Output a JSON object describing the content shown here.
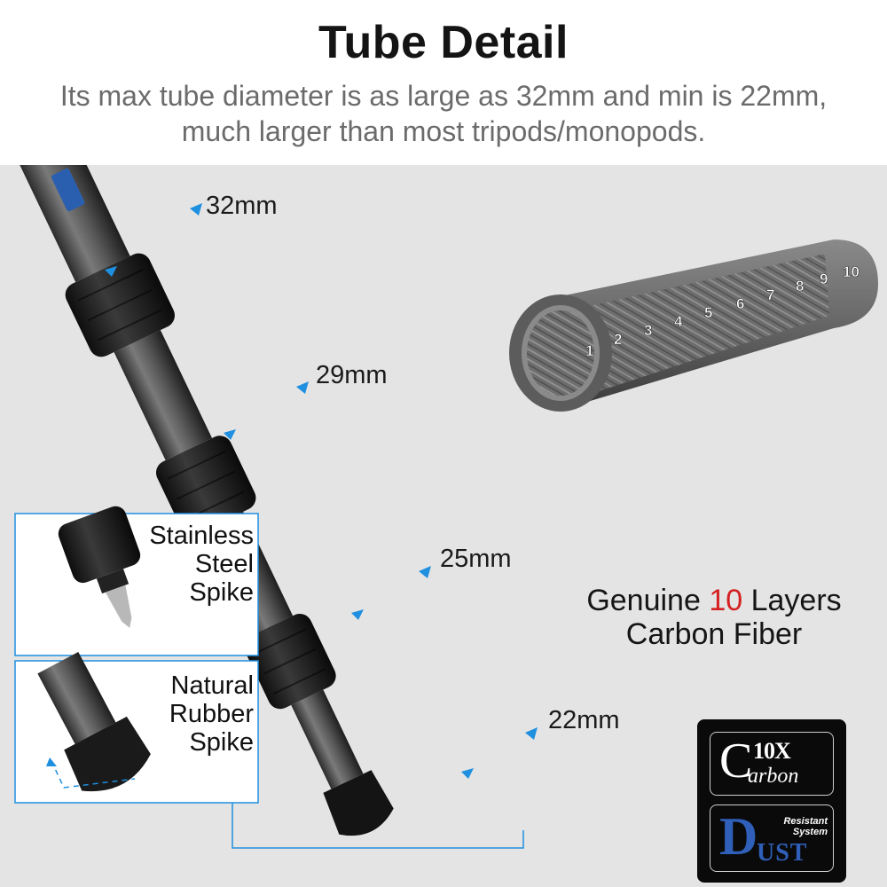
{
  "header": {
    "title": "Tube Detail",
    "subtitle": "Its max tube diameter is as large as 32mm and min is 22mm, much larger than most tripods/monopods."
  },
  "dimensions": [
    "32mm",
    "29mm",
    "25mm",
    "22mm"
  ],
  "insets": {
    "steel_spike": [
      "Stainless",
      "Steel",
      "Spike"
    ],
    "rubber_spike": [
      "Natural",
      "Rubber",
      "Spike"
    ]
  },
  "tube": {
    "layer_numbers": [
      "1",
      "2",
      "3",
      "4",
      "5",
      "6",
      "7",
      "8",
      "9",
      "10"
    ],
    "caption_pre": "Genuine ",
    "caption_highlight": "10",
    "caption_post": " Layers",
    "caption_line2": "Carbon Fiber"
  },
  "badges": {
    "carbon_big_letter": "C",
    "carbon_count": "10X",
    "carbon_word": "arbon",
    "dust_big_letter": "D",
    "dust_line1": "Resistant",
    "dust_line2": "System",
    "dust_word": "UST"
  },
  "colors": {
    "background": "#e4e4e4",
    "accent_blue": "#1f8fe0",
    "highlight_red": "#d42020",
    "title": "#141414",
    "subtitle": "#6b6b6b"
  }
}
